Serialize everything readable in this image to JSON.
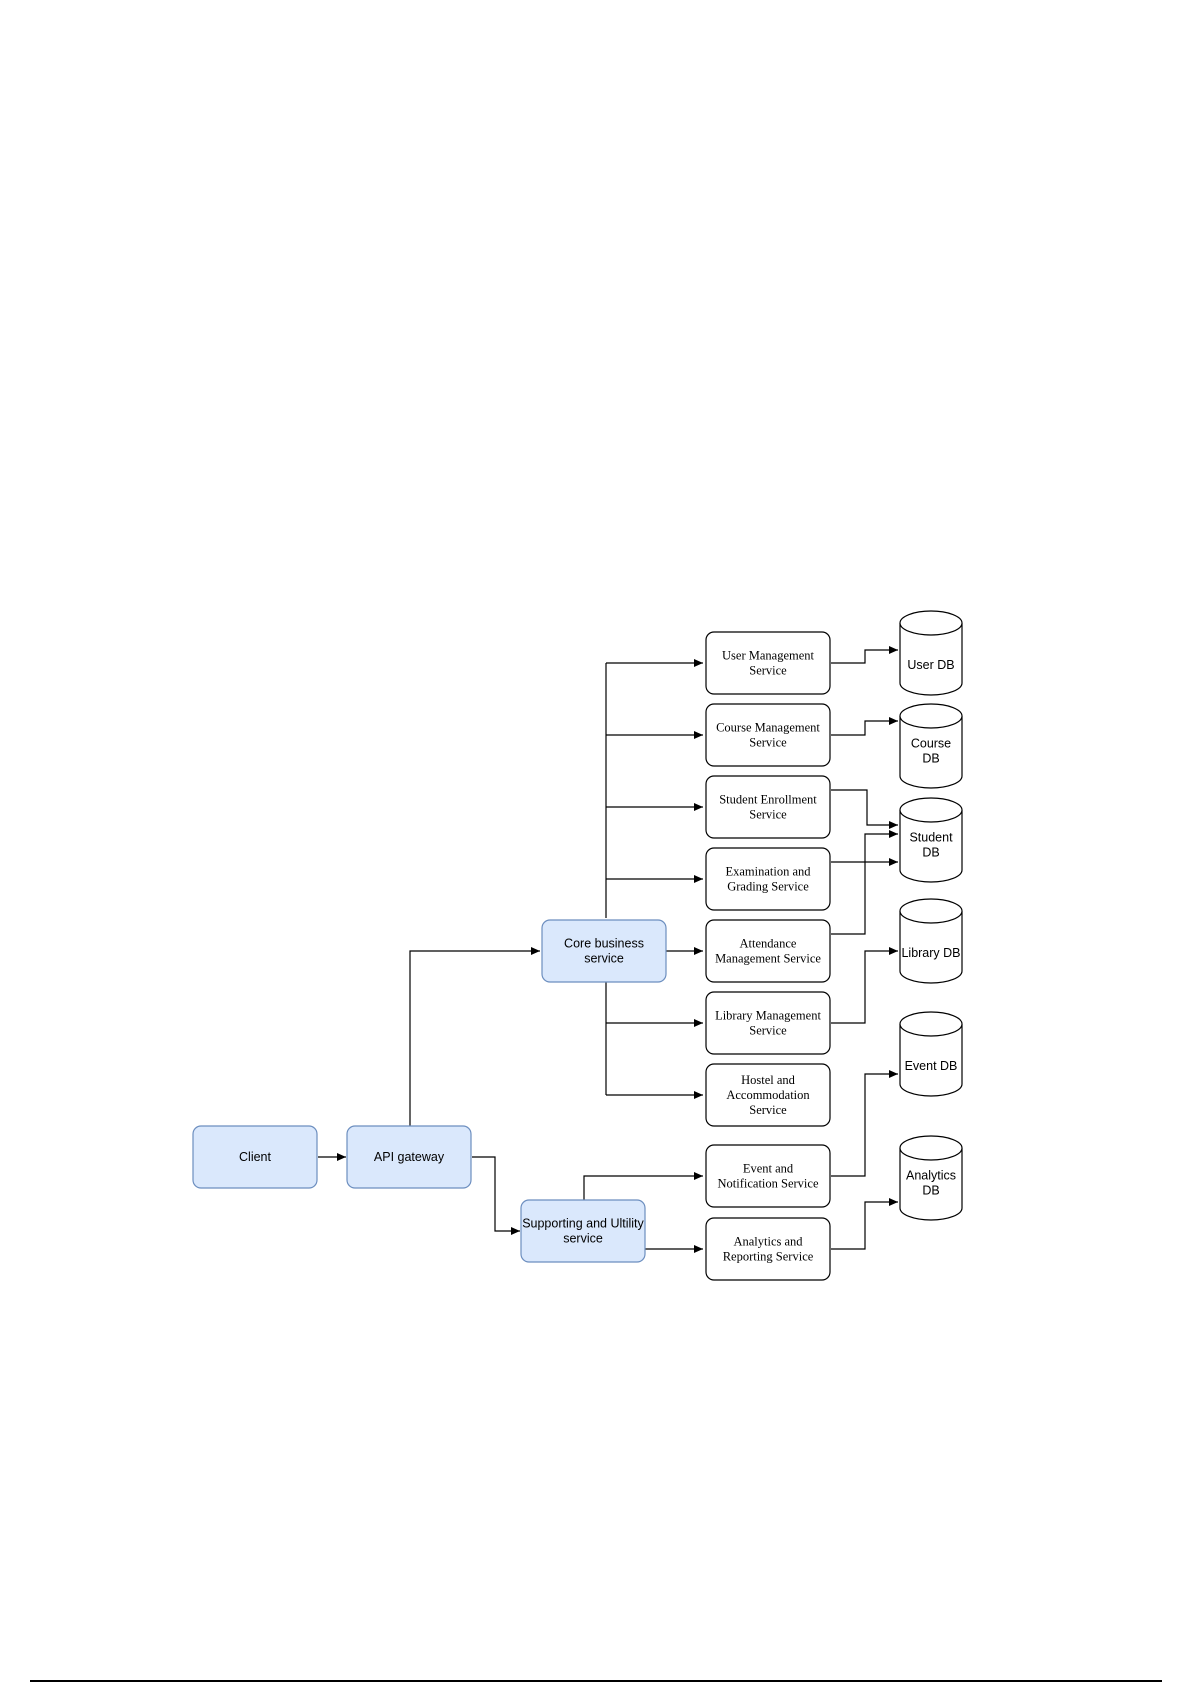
{
  "nodes": {
    "client": [
      "Client"
    ],
    "api_gateway": [
      "API gateway"
    ],
    "core": [
      "Core business",
      "service"
    ],
    "support": [
      "Supporting and Ultility",
      "service"
    ],
    "user_mgmt": [
      "User Management",
      "Service"
    ],
    "course_mgmt": [
      "Course Management",
      "Service"
    ],
    "student_enroll": [
      "Student Enrollment",
      "Service"
    ],
    "exam": [
      "Examination and",
      "Grading Service"
    ],
    "attendance": [
      "Attendance",
      "Management Service"
    ],
    "library_mgmt": [
      "Library Management",
      "Service"
    ],
    "hostel": [
      "Hostel and",
      "Accommodation",
      "Service"
    ],
    "event": [
      "Event and",
      "Notification Service"
    ],
    "analytics": [
      "Analytics and",
      "Reporting Service"
    ]
  },
  "databases": {
    "user_db": [
      "User DB"
    ],
    "course_db": [
      "Course",
      "DB"
    ],
    "student_db": [
      "Student",
      "DB"
    ],
    "library_db": [
      "Library DB"
    ],
    "event_db": [
      "Event DB"
    ],
    "analytics_db": [
      "Analytics",
      "DB"
    ]
  },
  "colors": {
    "group_fill": "#dae8fc",
    "group_stroke": "#6c8ebf",
    "line": "#000000"
  }
}
